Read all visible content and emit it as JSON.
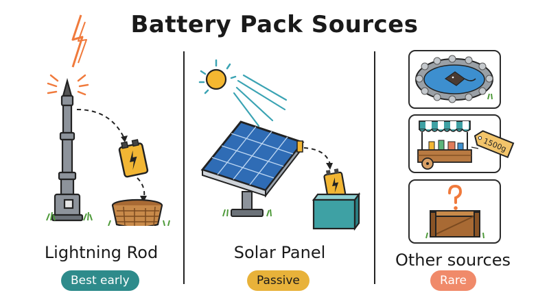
{
  "title": "Battery Pack Sources",
  "columns": [
    {
      "label": "Lightning Rod",
      "badge": "Best early",
      "badge_color": "#2e8b8b"
    },
    {
      "label": "Solar Panel",
      "badge": "Passive",
      "badge_color": "#e8b23a"
    },
    {
      "label": "Other sources",
      "badge": "Rare",
      "badge_color": "#f08a6a"
    }
  ],
  "other_sources": {
    "shop_price": "1500g"
  },
  "icons": {
    "col1": [
      "lightning-bolt-icon",
      "lightning-rod-icon",
      "battery-icon",
      "basket-icon"
    ],
    "col2": [
      "sun-icon",
      "solar-panel-icon",
      "battery-icon",
      "crate-icon"
    ],
    "col3": [
      "pond-fish-icon",
      "market-stall-icon",
      "price-tag-icon",
      "mystery-crate-icon"
    ]
  }
}
